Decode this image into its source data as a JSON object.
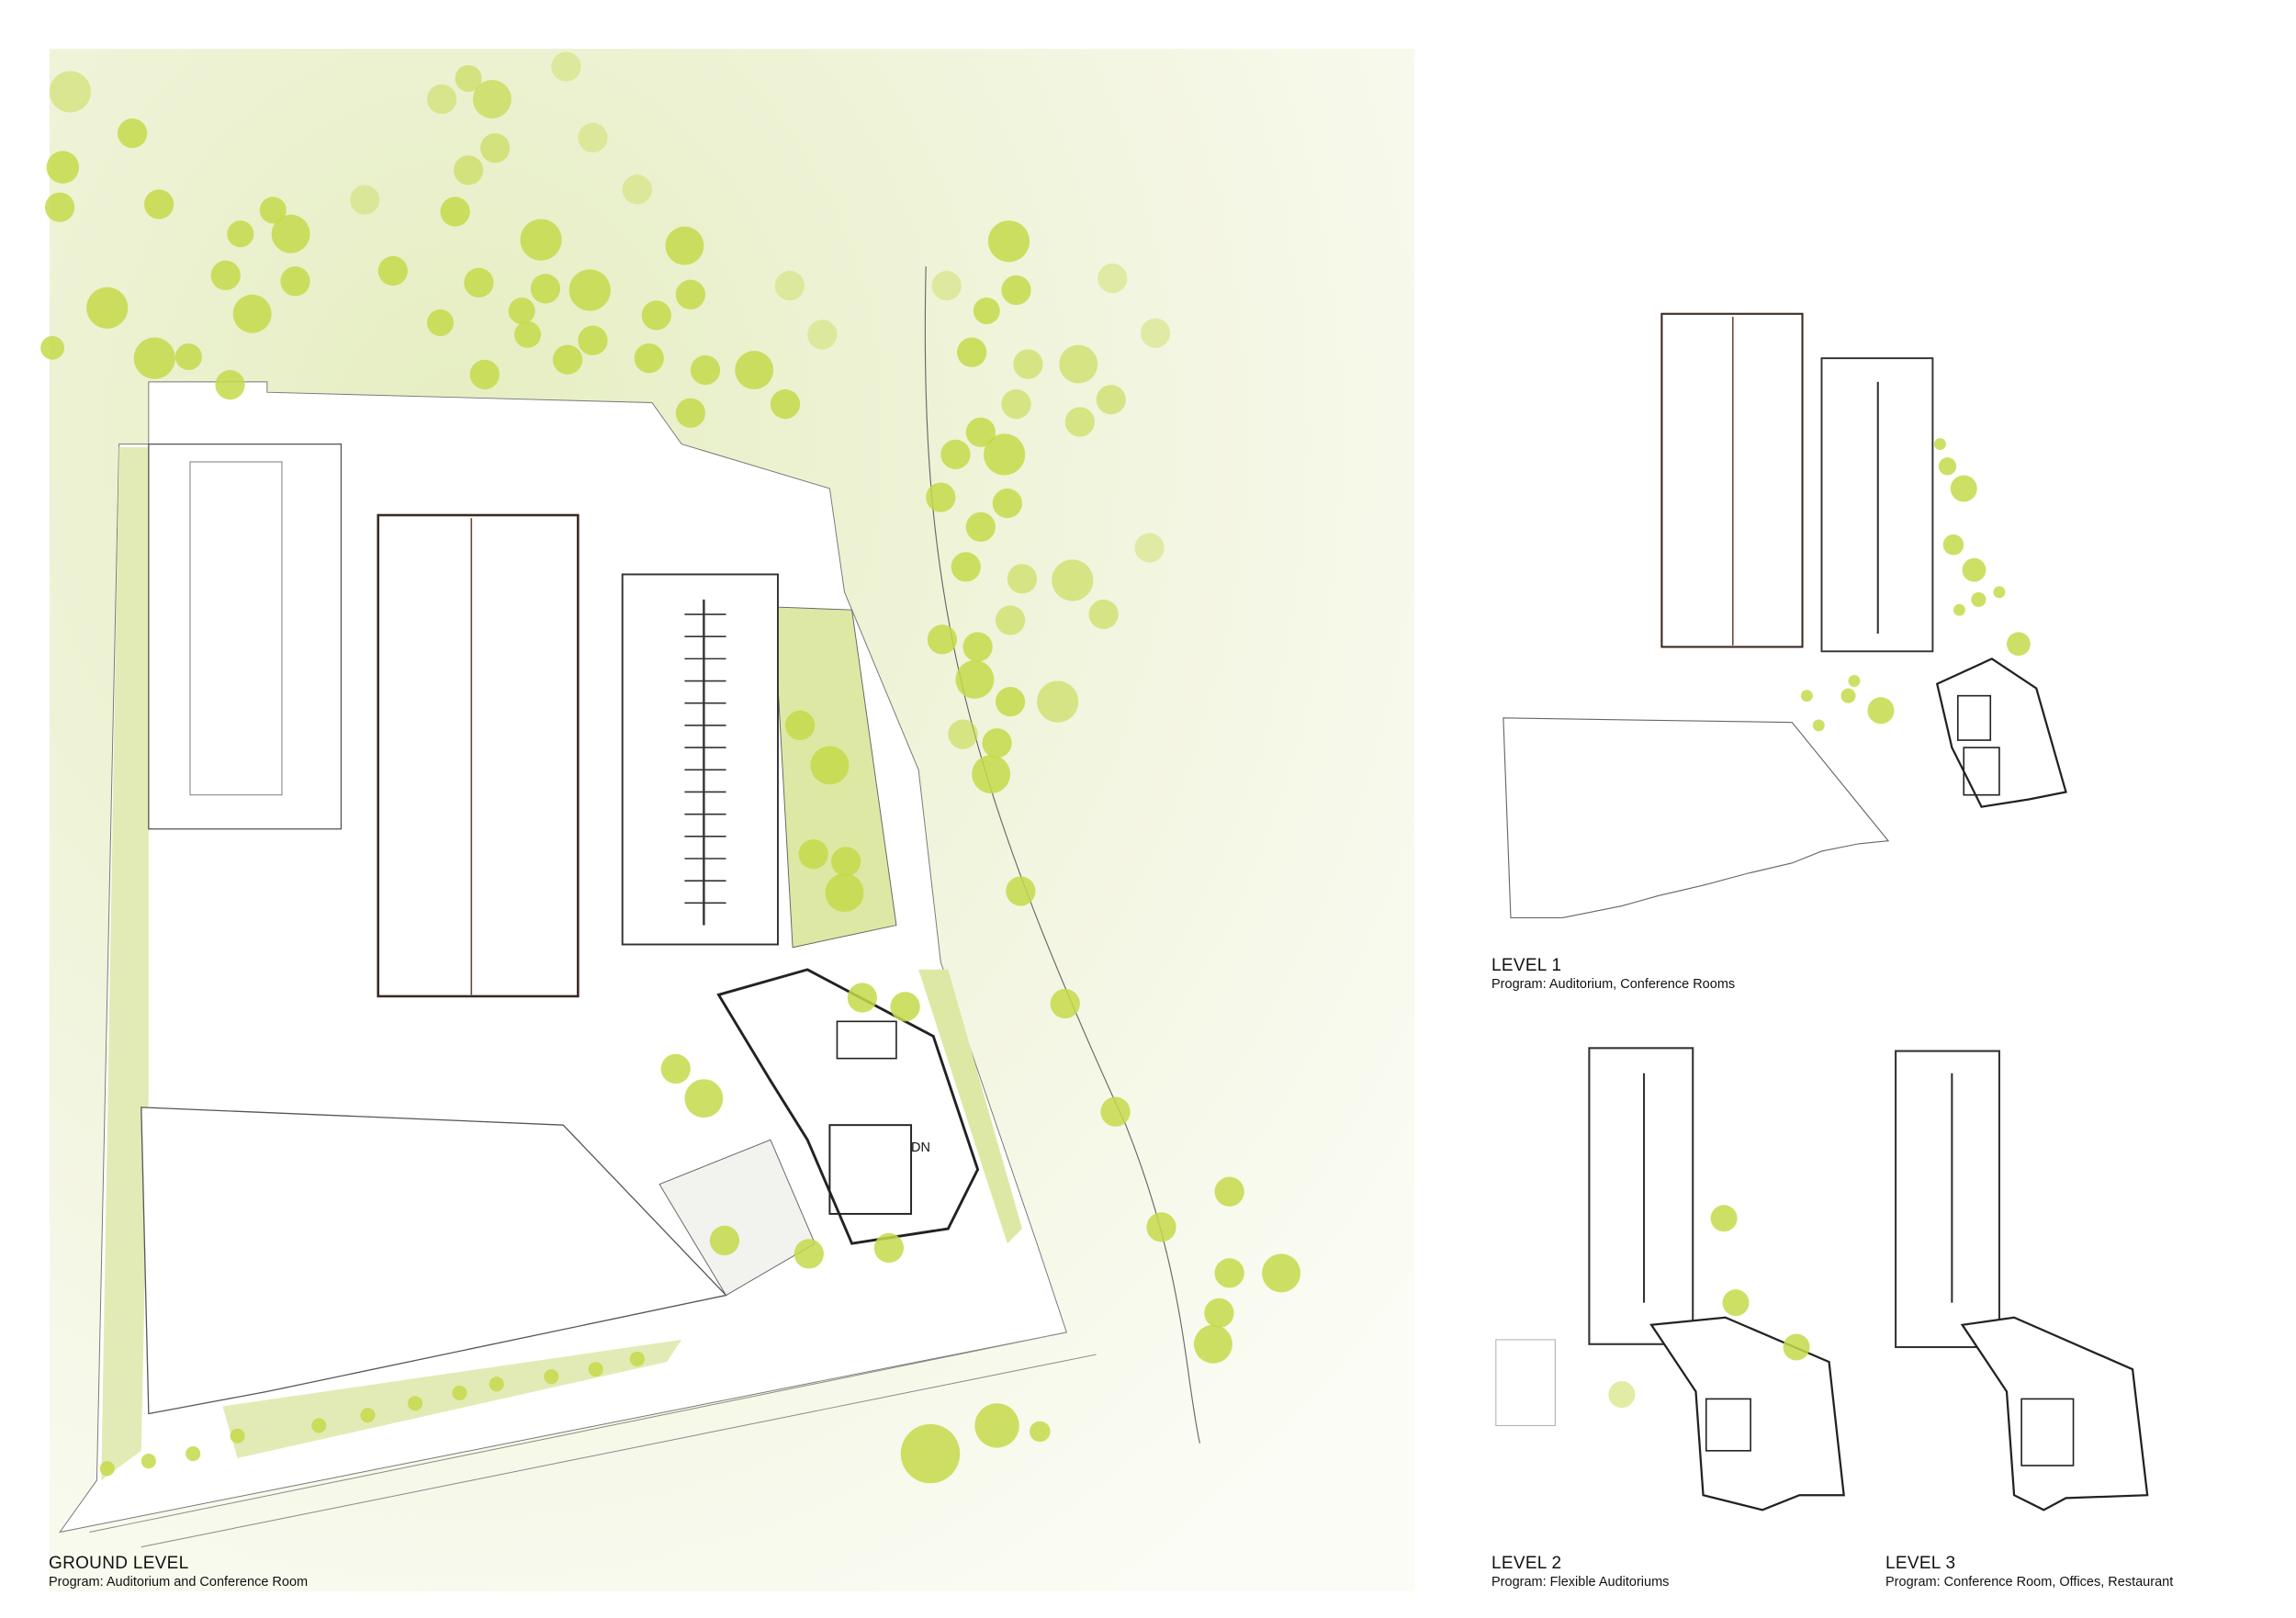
{
  "sheet": {
    "ground_level": {
      "title": "GROUND LEVEL",
      "program": "Program: Auditorium and Conference Room",
      "stair_label": "DN"
    },
    "level_1": {
      "title": "LEVEL 1",
      "program": "Program: Auditorium, Conference Rooms"
    },
    "level_2": {
      "title": "LEVEL 2",
      "program": "Program: Flexible Auditoriums"
    },
    "level_3": {
      "title": "LEVEL 3",
      "program": "Program: Conference Room, Offices, Restaurant"
    }
  },
  "colors": {
    "tree": "#c5d94a",
    "lawn": "#e4ecb8",
    "line": "#333333",
    "site_wash": "#eef3d6"
  }
}
